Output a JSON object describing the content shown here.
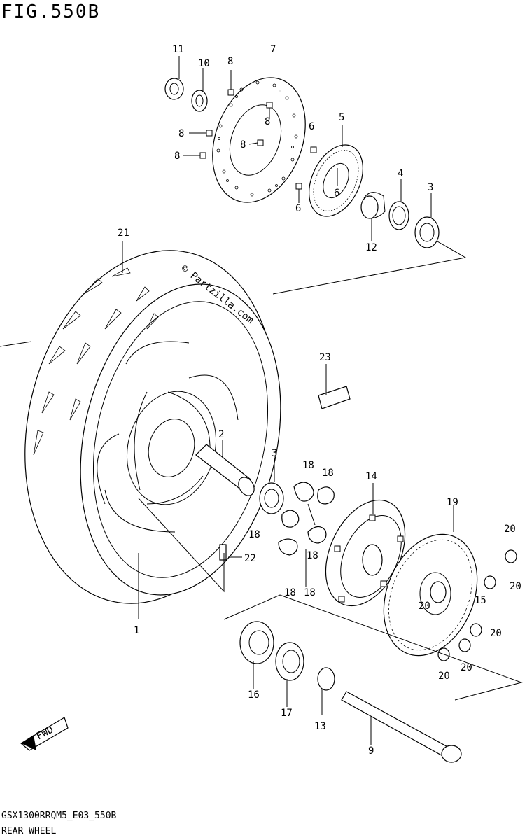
{
  "figure": {
    "title": "FIG.550B",
    "code": "GSX1300RRQM5_E03_550B",
    "name": "REAR WHEEL",
    "watermark": "© Partzilla.com"
  },
  "fwd_label": "FWD",
  "callouts": [
    "1",
    "2",
    "3",
    "3",
    "4",
    "5",
    "6",
    "6",
    "6",
    "7",
    "8",
    "8",
    "8",
    "8",
    "8",
    "9",
    "10",
    "11",
    "12",
    "13",
    "14",
    "15",
    "16",
    "17",
    "18",
    "18",
    "18",
    "18",
    "18",
    "18",
    "19",
    "20",
    "20",
    "20",
    "20",
    "20",
    "20",
    "21",
    "22",
    "23"
  ]
}
